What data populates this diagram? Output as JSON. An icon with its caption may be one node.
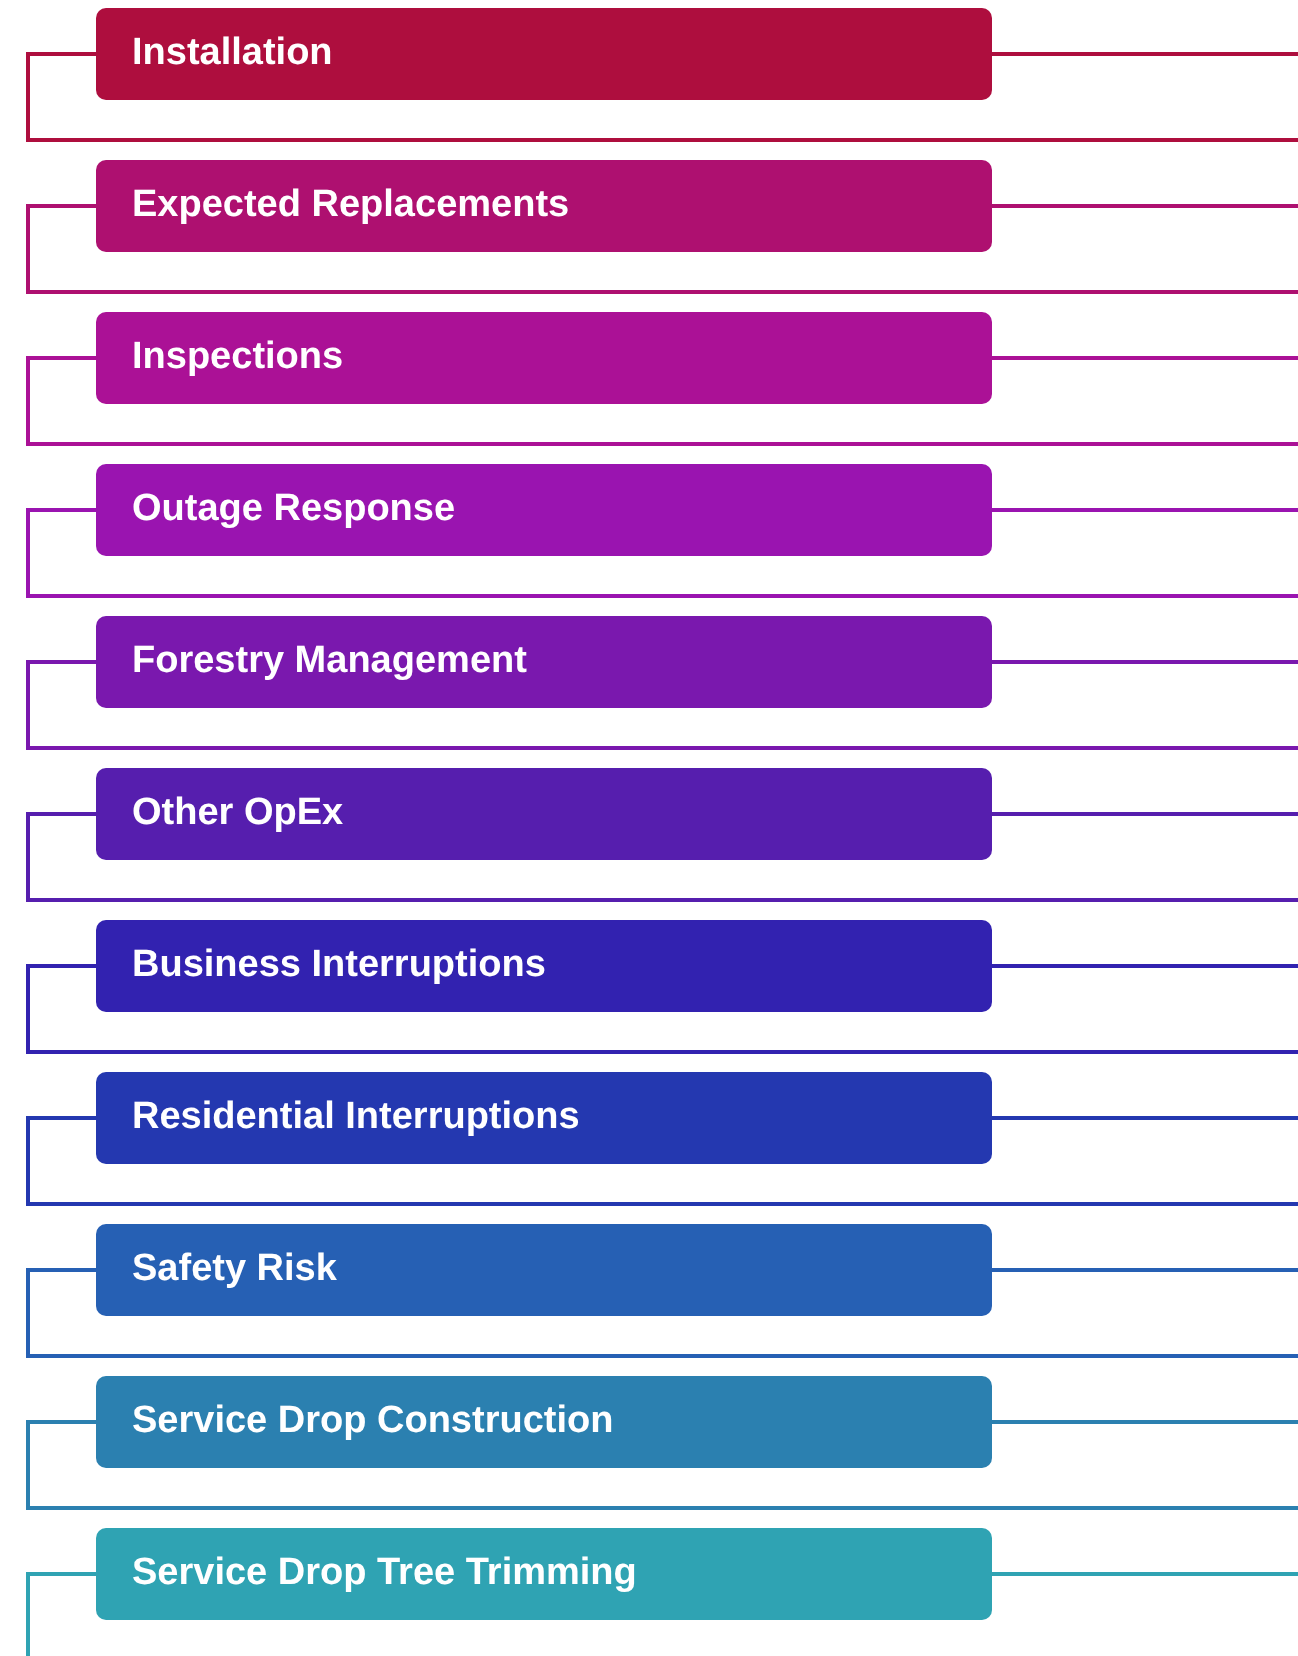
{
  "diagram": {
    "nodes": [
      {
        "text": [
          "Installation"
        ]
      },
      {
        "text": [
          "Expected Replacements"
        ]
      },
      {
        "text": [
          "Inspections"
        ]
      },
      {
        "text": [
          "Outage Response"
        ]
      },
      {
        "text": [
          "Forestry Management"
        ]
      },
      {
        "text": [
          "Other OpEx"
        ]
      },
      {
        "text": [
          "Business Interruptions"
        ]
      },
      {
        "text": [
          "Residential Interruptions"
        ]
      },
      {
        "text": [
          "Safety Risk"
        ]
      },
      {
        "text": [
          "Service Drop Construction"
        ]
      },
      {
        "text": [
          "Service Drop Tree Trimming"
        ]
      }
    ],
    "edges": [
      {
        "from": 0,
        "to": null,
        "arrow": "none",
        "color": "#ae0e3e"
      },
      {
        "from": 0,
        "to": null,
        "arrow": "none",
        "color": "#ae0e3e"
      },
      {
        "from": 1,
        "to": null,
        "arrow": "none",
        "color": "#ae1070"
      },
      {
        "from": 1,
        "to": null,
        "arrow": "none",
        "color": "#ae1070"
      },
      {
        "from": 2,
        "to": null,
        "arrow": "none",
        "color": "#ab1196"
      },
      {
        "from": 2,
        "to": null,
        "arrow": "none",
        "color": "#ab1196"
      },
      {
        "from": 3,
        "to": null,
        "arrow": "none",
        "color": "#9a14b0"
      },
      {
        "from": 3,
        "to": null,
        "arrow": "none",
        "color": "#9a14b0"
      },
      {
        "from": 4,
        "to": null,
        "arrow": "none",
        "color": "#7a18ae"
      },
      {
        "from": 4,
        "to": null,
        "arrow": "none",
        "color": "#7a18ae"
      },
      {
        "from": 5,
        "to": null,
        "arrow": "none",
        "color": "#561eae"
      },
      {
        "from": 5,
        "to": null,
        "arrow": "none",
        "color": "#561eae"
      },
      {
        "from": 6,
        "to": null,
        "arrow": "none",
        "color": "#3222b0"
      },
      {
        "from": 6,
        "to": null,
        "arrow": "none",
        "color": "#3222b0"
      },
      {
        "from": 7,
        "to": null,
        "arrow": "none",
        "color": "#2438b0"
      },
      {
        "from": 7,
        "to": null,
        "arrow": "none",
        "color": "#2438b0"
      },
      {
        "from": 8,
        "to": null,
        "arrow": "none",
        "color": "#2660b4"
      },
      {
        "from": 8,
        "to": null,
        "arrow": "none",
        "color": "#2660b4"
      },
      {
        "from": 9,
        "to": null,
        "arrow": "none",
        "color": "#2b80b0"
      },
      {
        "from": 9,
        "to": null,
        "arrow": "none",
        "color": "#2b80b0"
      },
      {
        "from": 10,
        "to": null,
        "arrow": "none",
        "color": "#2fa3b3"
      },
      {
        "from": 10,
        "to": null,
        "arrow": "none",
        "color": "#2fa3b3"
      }
    ]
  }
}
